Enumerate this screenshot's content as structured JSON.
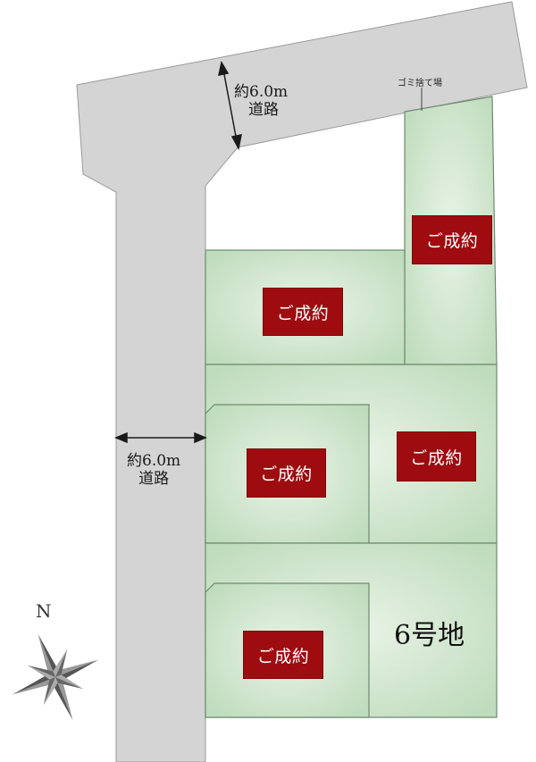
{
  "roads": {
    "top": {
      "width_label": "約6.0m",
      "name": "道路"
    },
    "left": {
      "width_label": "約6.0m",
      "name": "道路"
    }
  },
  "garbage_area": {
    "label": "ゴミ捨て場"
  },
  "lots": [
    {
      "id": "lot-1",
      "status": "ご成約"
    },
    {
      "id": "lot-2",
      "status": "ご成約"
    },
    {
      "id": "lot-3",
      "status": "ご成約"
    },
    {
      "id": "lot-4",
      "status": "ご成約"
    },
    {
      "id": "lot-5",
      "status": "ご成約"
    },
    {
      "id": "lot-6",
      "name": "6号地"
    }
  ],
  "compass": {
    "north": "N",
    "icon": "compass-rose-icon"
  },
  "colors": {
    "road": "#d4d4d4",
    "lot_fill": "#c5dfc3",
    "lot_center": "#e9f3e6",
    "lot_border": "#6f8a6f",
    "sold_badge": "#9e0c10"
  }
}
